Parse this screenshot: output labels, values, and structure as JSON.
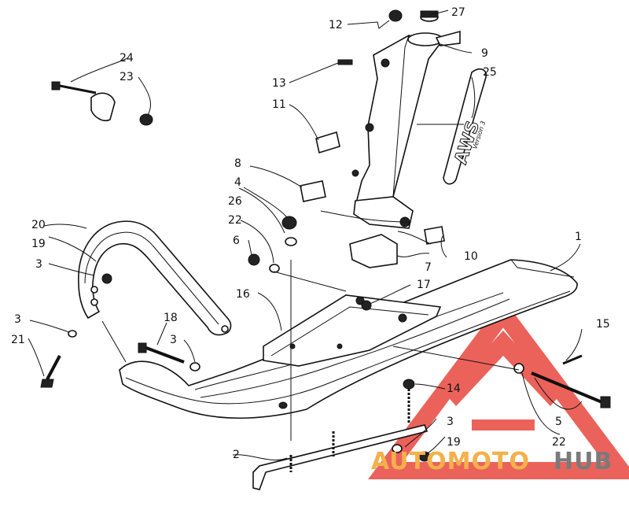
{
  "diagram": {
    "labels": {
      "p1": "1",
      "p2": "2",
      "p3a": "3",
      "p3b": "3",
      "p3c": "3",
      "p3d": "3",
      "p4": "4",
      "p5": "5",
      "p6": "6",
      "p7": "7",
      "p8": "8",
      "p9": "9",
      "p10": "10",
      "p11": "11",
      "p12": "12",
      "p13": "13",
      "p14": "14",
      "p15": "15",
      "p16": "16",
      "p17": "17",
      "p18": "18",
      "p19a": "19",
      "p19b": "19",
      "p20": "20",
      "p21": "21",
      "p22a": "22",
      "p22b": "22",
      "p23": "23",
      "p24": "24",
      "p25": "25",
      "p26": "26",
      "p27": "27"
    },
    "decal_text": "AWS",
    "decal_subtext": "Version 3"
  },
  "watermark": {
    "part1": "AUTOMOTO",
    "part2": "HUB",
    "color_a": "#f4b04a",
    "color_b": "#7a7a7a",
    "logo_color": "#e8473f"
  }
}
